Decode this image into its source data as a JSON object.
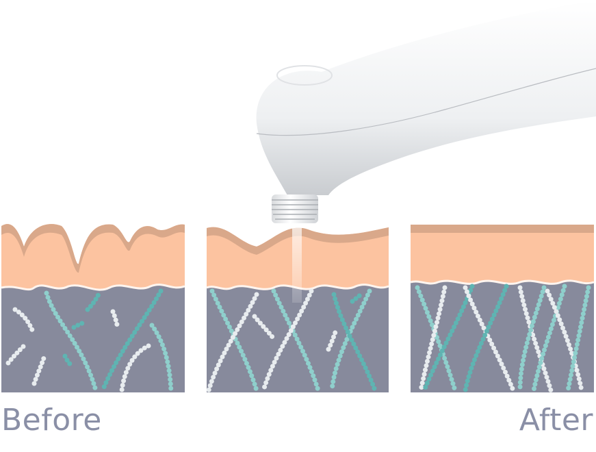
{
  "labels": {
    "before": "Before",
    "after": "After"
  },
  "colors": {
    "dermis": "#878a9c",
    "skin": "#fcc3a0",
    "skin_shadow": "#d9a88a",
    "collagen": "#5fb4b2",
    "label": "#8a8fa6"
  },
  "panels": [
    "before-panel",
    "treatment-panel",
    "after-panel"
  ]
}
